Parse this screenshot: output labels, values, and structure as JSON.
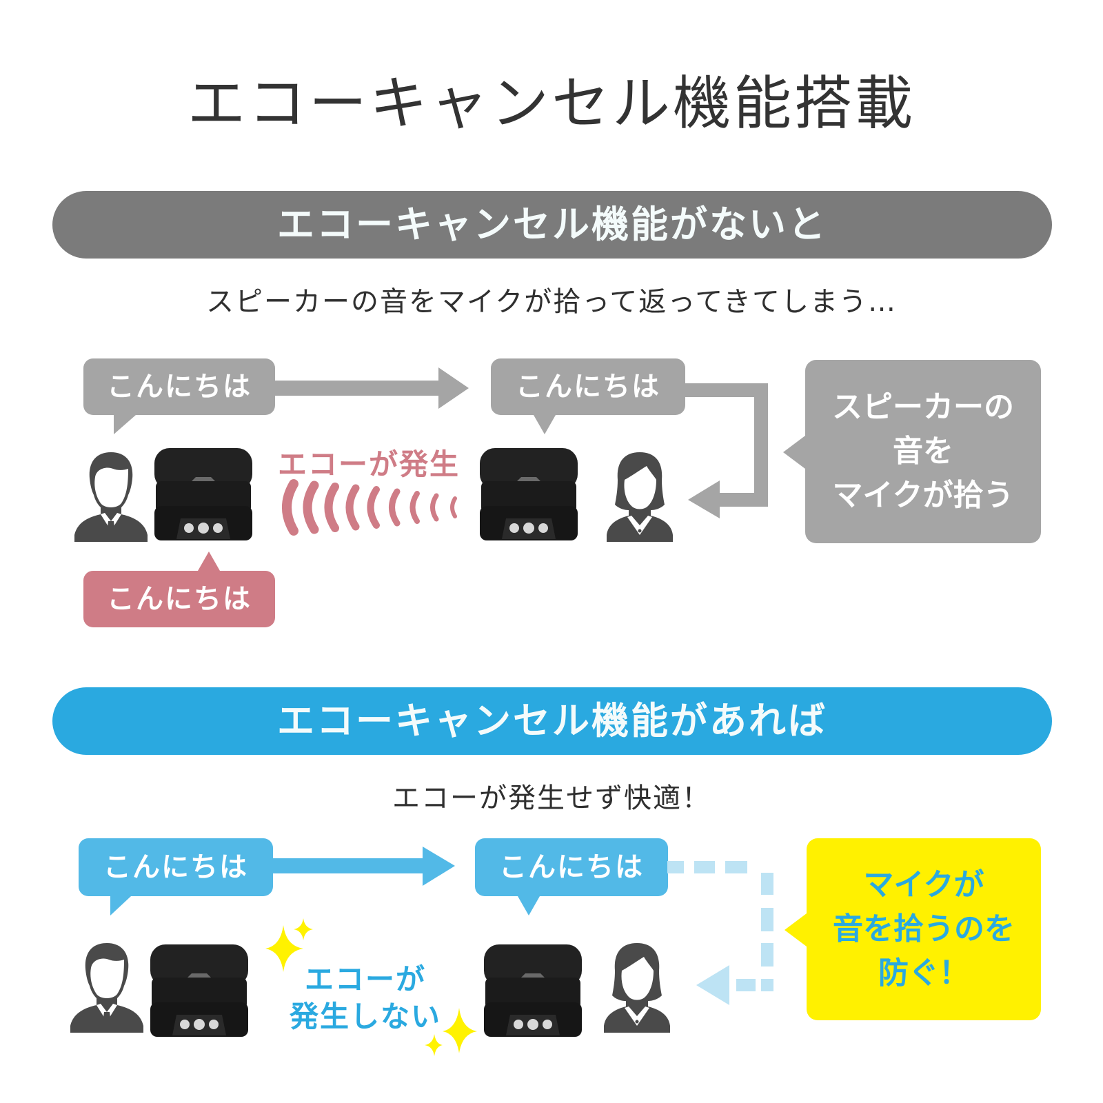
{
  "title": "エコーキャンセル機能搭載",
  "colors": {
    "title_text": "#333333",
    "gray_band": "#7b7b7b",
    "blue_band": "#2aa9e0",
    "gray_bubble": "#a5a5a5",
    "pink_bubble": "#cf7c86",
    "blue_bubble": "#52b9e7",
    "light_blue_dashed": "#bde3f4",
    "yellow_box": "#fff100",
    "sparkle_yellow": "#fff200",
    "figure_gray": "#4a4a4a",
    "speaker_black": "#1c1c1c"
  },
  "without": {
    "band_label": "エコーキャンセル機能がないと",
    "subtitle": "スピーカーの音をマイクが拾って返ってきてしまう…",
    "bubble_left": "こんにちは",
    "bubble_right": "こんにちは",
    "bubble_echo": "こんにちは",
    "echo_label": "エコーが発生",
    "echo_arc_count": 9,
    "note": {
      "line1": "スピーカーの",
      "line2": "音を",
      "line3": "マイクが拾う"
    },
    "left_person": "man-icon",
    "right_person": "woman-icon"
  },
  "with": {
    "band_label": "エコーキャンセル機能があれば",
    "subtitle": "エコーが発生せず快適！",
    "bubble_left": "こんにちは",
    "bubble_right": "こんにちは",
    "no_echo_label": {
      "line1": "エコーが",
      "line2": "発生しない"
    },
    "note": {
      "line1": "マイクが",
      "line2": "音を拾うのを",
      "line3": "防ぐ！"
    },
    "left_person": "man-icon",
    "right_person": "woman-icon"
  }
}
